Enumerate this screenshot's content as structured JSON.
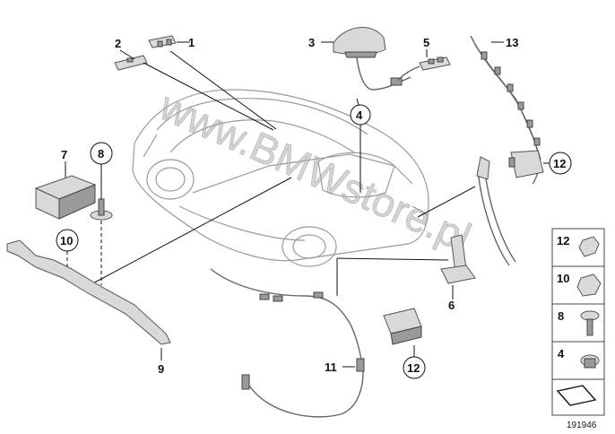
{
  "callouts": {
    "c1": "1",
    "c2": "2",
    "c3": "3",
    "c4": "4",
    "c5": "5",
    "c6": "6",
    "c7": "7",
    "c8": "8",
    "c9": "9",
    "c10": "10",
    "c11": "11",
    "c12a": "12",
    "c12b": "12",
    "c13": "13"
  },
  "legend": {
    "items": [
      "12",
      "10",
      "8",
      "4"
    ]
  },
  "watermark": "www.BMWstore.pl",
  "diagram_number": "191946"
}
